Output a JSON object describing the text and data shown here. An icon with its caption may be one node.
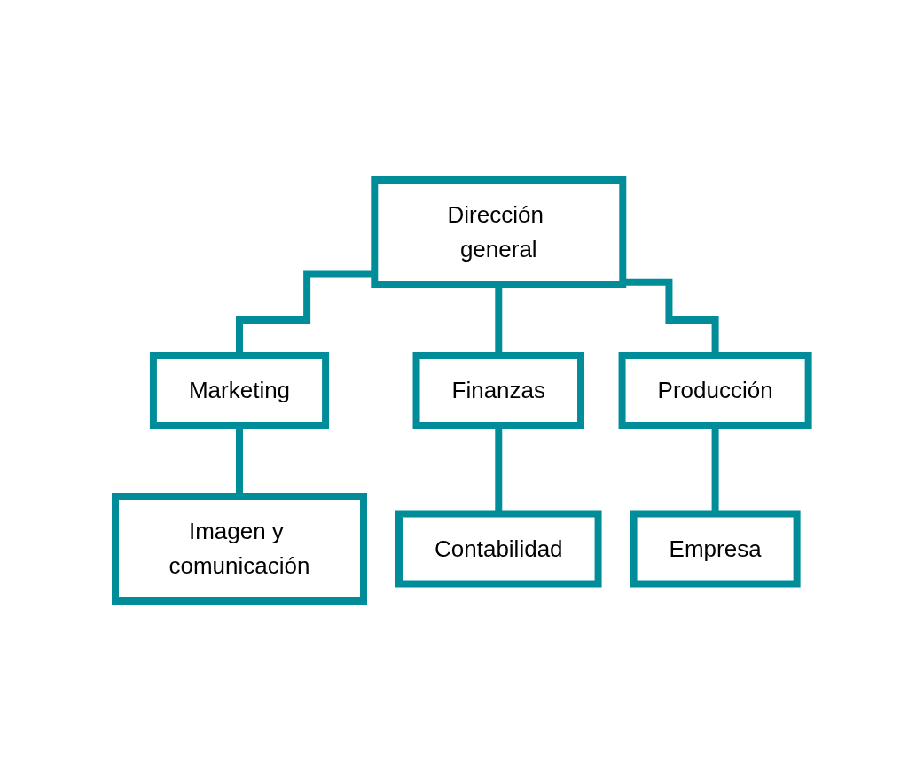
{
  "diagram": {
    "nodes": [
      {
        "text": [
          "Dirección general"
        ]
      },
      {
        "text": [
          "Marketing"
        ]
      },
      {
        "text": [
          "Finanzas"
        ]
      },
      {
        "text": [
          "Producción"
        ]
      },
      {
        "text": [
          "Imagen y comunicación"
        ]
      },
      {
        "text": [
          "Contabilidad"
        ]
      },
      {
        "text": [
          "Empresa"
        ]
      }
    ],
    "edges": [
      {
        "from": 0,
        "to": 1,
        "arrow": "none"
      },
      {
        "from": 0,
        "to": 2,
        "arrow": "none"
      },
      {
        "from": 0,
        "to": 3,
        "arrow": "none"
      },
      {
        "from": 1,
        "to": 4,
        "arrow": "none"
      },
      {
        "from": 2,
        "to": 5,
        "arrow": "none"
      },
      {
        "from": 3,
        "to": 6,
        "arrow": "none"
      }
    ]
  }
}
